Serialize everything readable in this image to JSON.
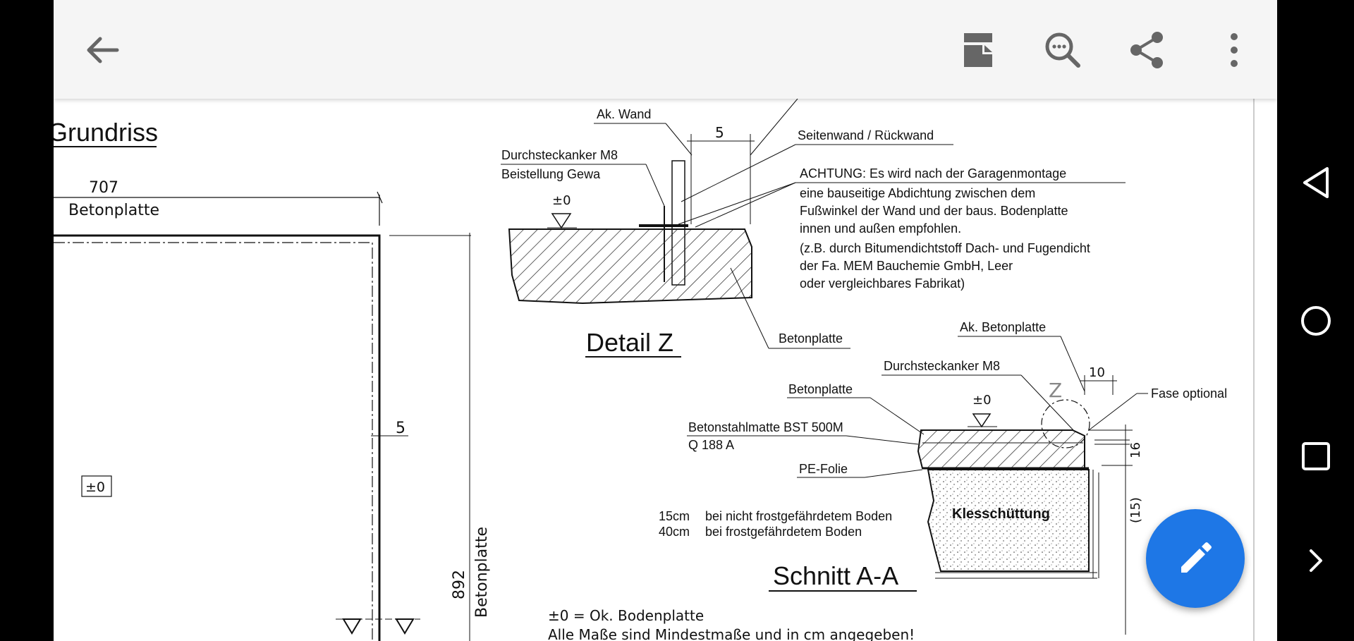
{
  "toolbar": {
    "back_icon": "arrow-left-icon",
    "bookmark_icon": "document-mode-icon",
    "search_icon": "search-more-icon",
    "share_icon": "share-icon",
    "menu_icon": "more-vert-icon"
  },
  "drawing": {
    "grundriss": {
      "title": "Grundriss",
      "dim_top": "707",
      "label_top": "Betonplatte",
      "dim_right": "5",
      "level": "±0",
      "dim_side": "892",
      "label_side": "Betonplatte"
    },
    "detail_z": {
      "title": "Detail Z",
      "ak_wand": "Ak. Wand",
      "dim5": "5",
      "seitenwand": "Seitenwand / Rückwand",
      "anker_line1": "Durchsteckanker M8",
      "anker_line2": "Beistellung Gewa",
      "level": "±0",
      "achtung": [
        "ACHTUNG: Es wird nach der Garagenmontage",
        "eine bauseitige Abdichtung zwischen dem",
        "Fußwinkel der Wand und der baus. Bodenplatte",
        "innen und außen empfohlen.",
        "(z.B. durch Bitumendichtstoff Dach- und Fugendicht",
        "der Fa. MEM Bauchemie GmbH, Leer",
        "oder vergleichbares Fabrikat)"
      ],
      "betonplatte": "Betonplatte"
    },
    "schnitt": {
      "title": "Schnitt A-A",
      "ak_betonplatte": "Ak. Betonplatte",
      "anker": "Durchsteckanker M8",
      "dim10": "10",
      "z_mark": "Z",
      "fase": "Fase optional",
      "betonplatte": "Betonplatte",
      "level": "±0",
      "stahlmatte_line1": "Betonstahlmatte BST 500M",
      "stahlmatte_line2": "Q 188 A",
      "pe_folie": "PE-Folie",
      "dim16": "16",
      "dim15": "(15)",
      "kies": "Klesschüttung",
      "frost1_val": "15cm",
      "frost1_text": "bei nicht frostgefährdetem Boden",
      "frost2_val": "40cm",
      "frost2_text": "bei frostgefährdetem Boden"
    },
    "notes": {
      "note1": "±0 = Ok. Bodenplatte",
      "note2": "Alle Maße sind Mindestmaße und in cm angegeben!"
    }
  },
  "fab": {
    "icon": "pencil-icon"
  },
  "navbar": {
    "back": "triangle-back-icon",
    "home": "circle-home-icon",
    "recents": "square-recents-icon",
    "expand": "chevron-right-icon"
  }
}
